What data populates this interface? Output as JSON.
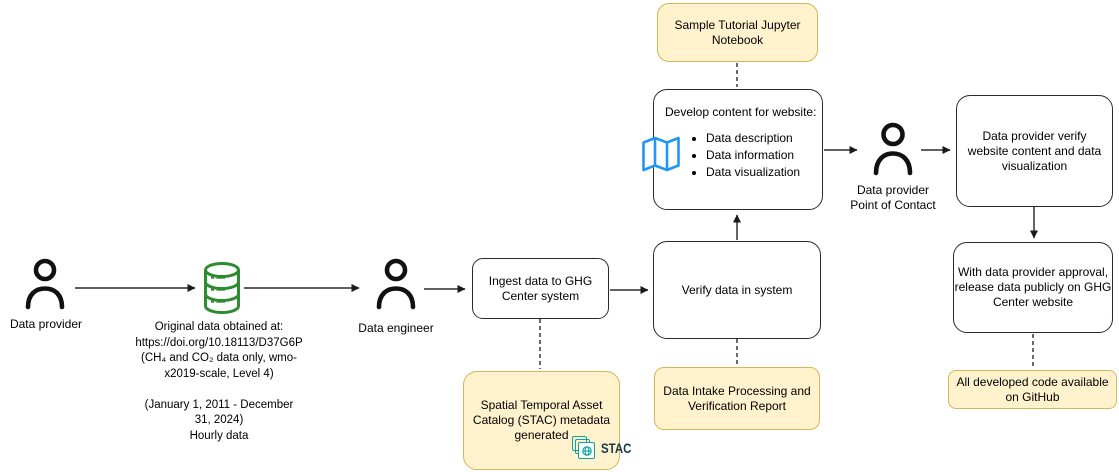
{
  "icons": {
    "person": "person-outline-icon",
    "database": "database-cylinder-icon",
    "map": "folded-map-icon",
    "stac_logo": "stac-stacked-pages-globe-icon"
  },
  "colors": {
    "note_fill": "#FFF2CC",
    "note_border": "#D6B656",
    "box_border": "#2b2b2b",
    "database_green": "#2E8B2E",
    "map_blue": "#2196F3",
    "stac_teal": "#0BA3A3",
    "stac_navy": "#17394E",
    "arrow": "#333333"
  },
  "nodes": {
    "data_provider": {
      "label": "Data provider"
    },
    "source_note": {
      "text": "Original data obtained at:\nhttps://doi.org/10.18113/D37G6P\n(CH₄ and CO₂ data only, wmo-\nx2019-scale, Level 4)\n\n(January 1, 2011 - December\n31, 2024)\nHourly data"
    },
    "data_engineer": {
      "label": "Data engineer"
    },
    "ingest": {
      "label": "Ingest data to GHG\nCenter system"
    },
    "stac": {
      "label": "Spatial Temporal Asset\nCatalog (STAC) metadata\ngenerated",
      "logo_text": "STAC"
    },
    "verify": {
      "label": "Verify data in system"
    },
    "intake_report": {
      "label": "Data Intake Processing and\nVerification Report"
    },
    "develop": {
      "title": "Develop content for website:",
      "bullets": [
        "Data description",
        "Data information",
        "Data visualization"
      ]
    },
    "jupyter": {
      "label": "Sample Tutorial Jupyter\nNotebook"
    },
    "poc": {
      "label": "Data provider\nPoint of Contact"
    },
    "verify_website": {
      "label": "Data provider verify\nwebsite content and data\nvisualization"
    },
    "release": {
      "label": "With data provider approval,\nrelease data publicly on GHG\nCenter website"
    },
    "github": {
      "label": "All developed code available\non GitHub"
    }
  }
}
